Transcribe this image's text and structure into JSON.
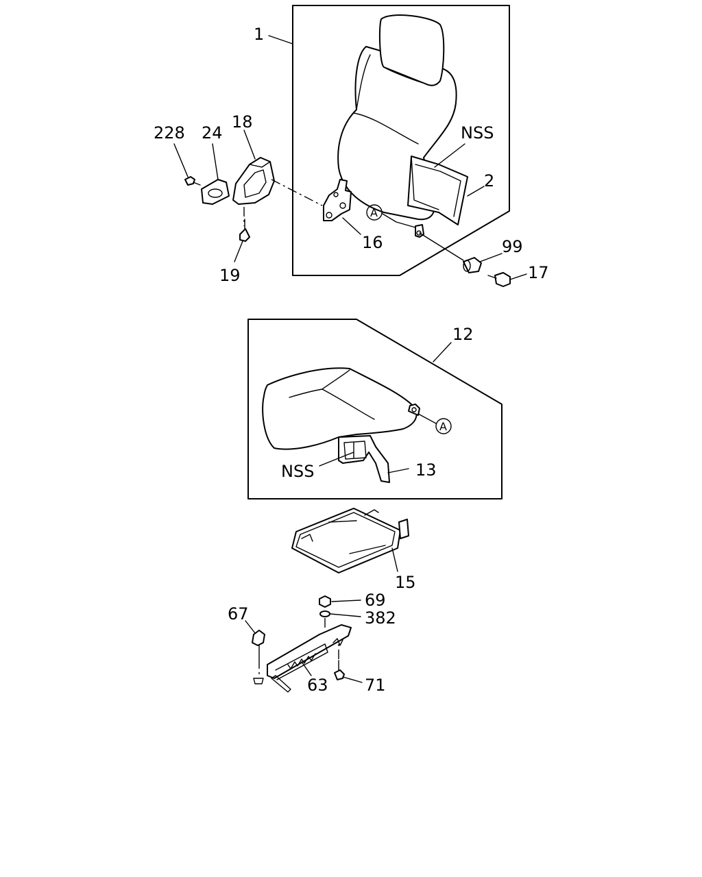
{
  "callouts": {
    "c1": "1",
    "c2": "2",
    "c12": "12",
    "c13": "13",
    "c15": "15",
    "c16": "16",
    "c17": "17",
    "c18": "18",
    "c19": "19",
    "c24": "24",
    "c63": "63",
    "c67": "67",
    "c69": "69",
    "c71": "71",
    "c99": "99",
    "c228": "228",
    "c382": "382",
    "nss_back": "NSS",
    "nss_cushion": "NSS",
    "ref_a_back": "A",
    "ref_a_cushion": "A"
  }
}
